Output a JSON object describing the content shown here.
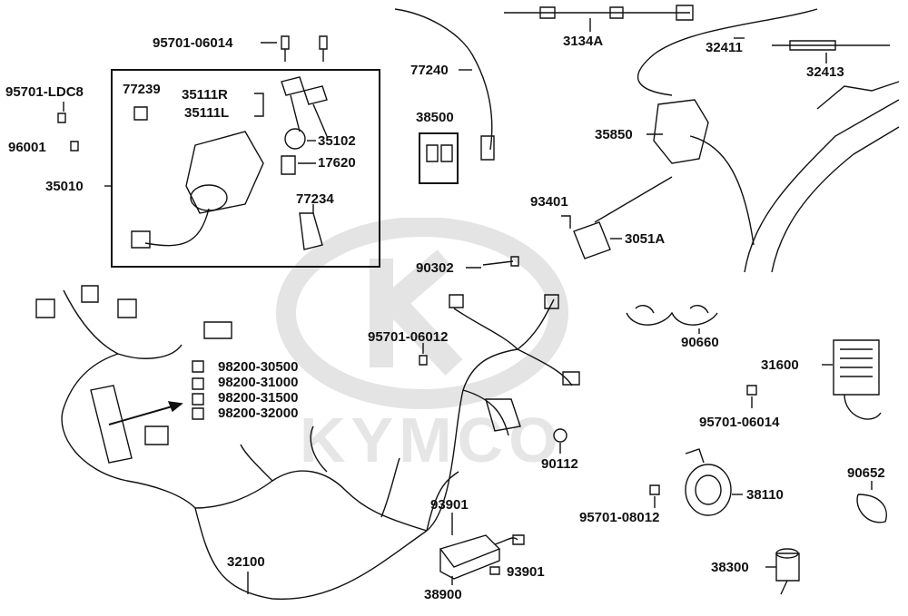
{
  "watermark": {
    "brand": "KYMCO"
  },
  "parts": {
    "p95701_06014_top": "95701-06014",
    "p77240": "77240",
    "p3134A": "3134A",
    "p32411": "32411",
    "p32413": "32413",
    "p95701_LDC8": "95701-LDC8",
    "p96001": "96001",
    "p77239": "77239",
    "p35111R": "35111R",
    "p35111L": "35111L",
    "p35102": "35102",
    "p17620": "17620",
    "p35010": "35010",
    "p77234": "77234",
    "p38500": "38500",
    "p35850": "35850",
    "p93401": "93401",
    "p3051A": "3051A",
    "p90302": "90302",
    "p90660": "90660",
    "p95701_06012": "95701-06012",
    "p98200_30500": "98200-30500",
    "p98200_31000": "98200-31000",
    "p98200_31500": "98200-31500",
    "p98200_32000": "98200-32000",
    "p31600": "31600",
    "p95701_06014_right": "95701-06014",
    "p90112": "90112",
    "p90652": "90652",
    "p38110": "38110",
    "p95701_08012": "95701-08012",
    "p93901_a": "93901",
    "p93901_b": "93901",
    "p38900": "38900",
    "p38300": "38300",
    "p32100": "32100"
  }
}
